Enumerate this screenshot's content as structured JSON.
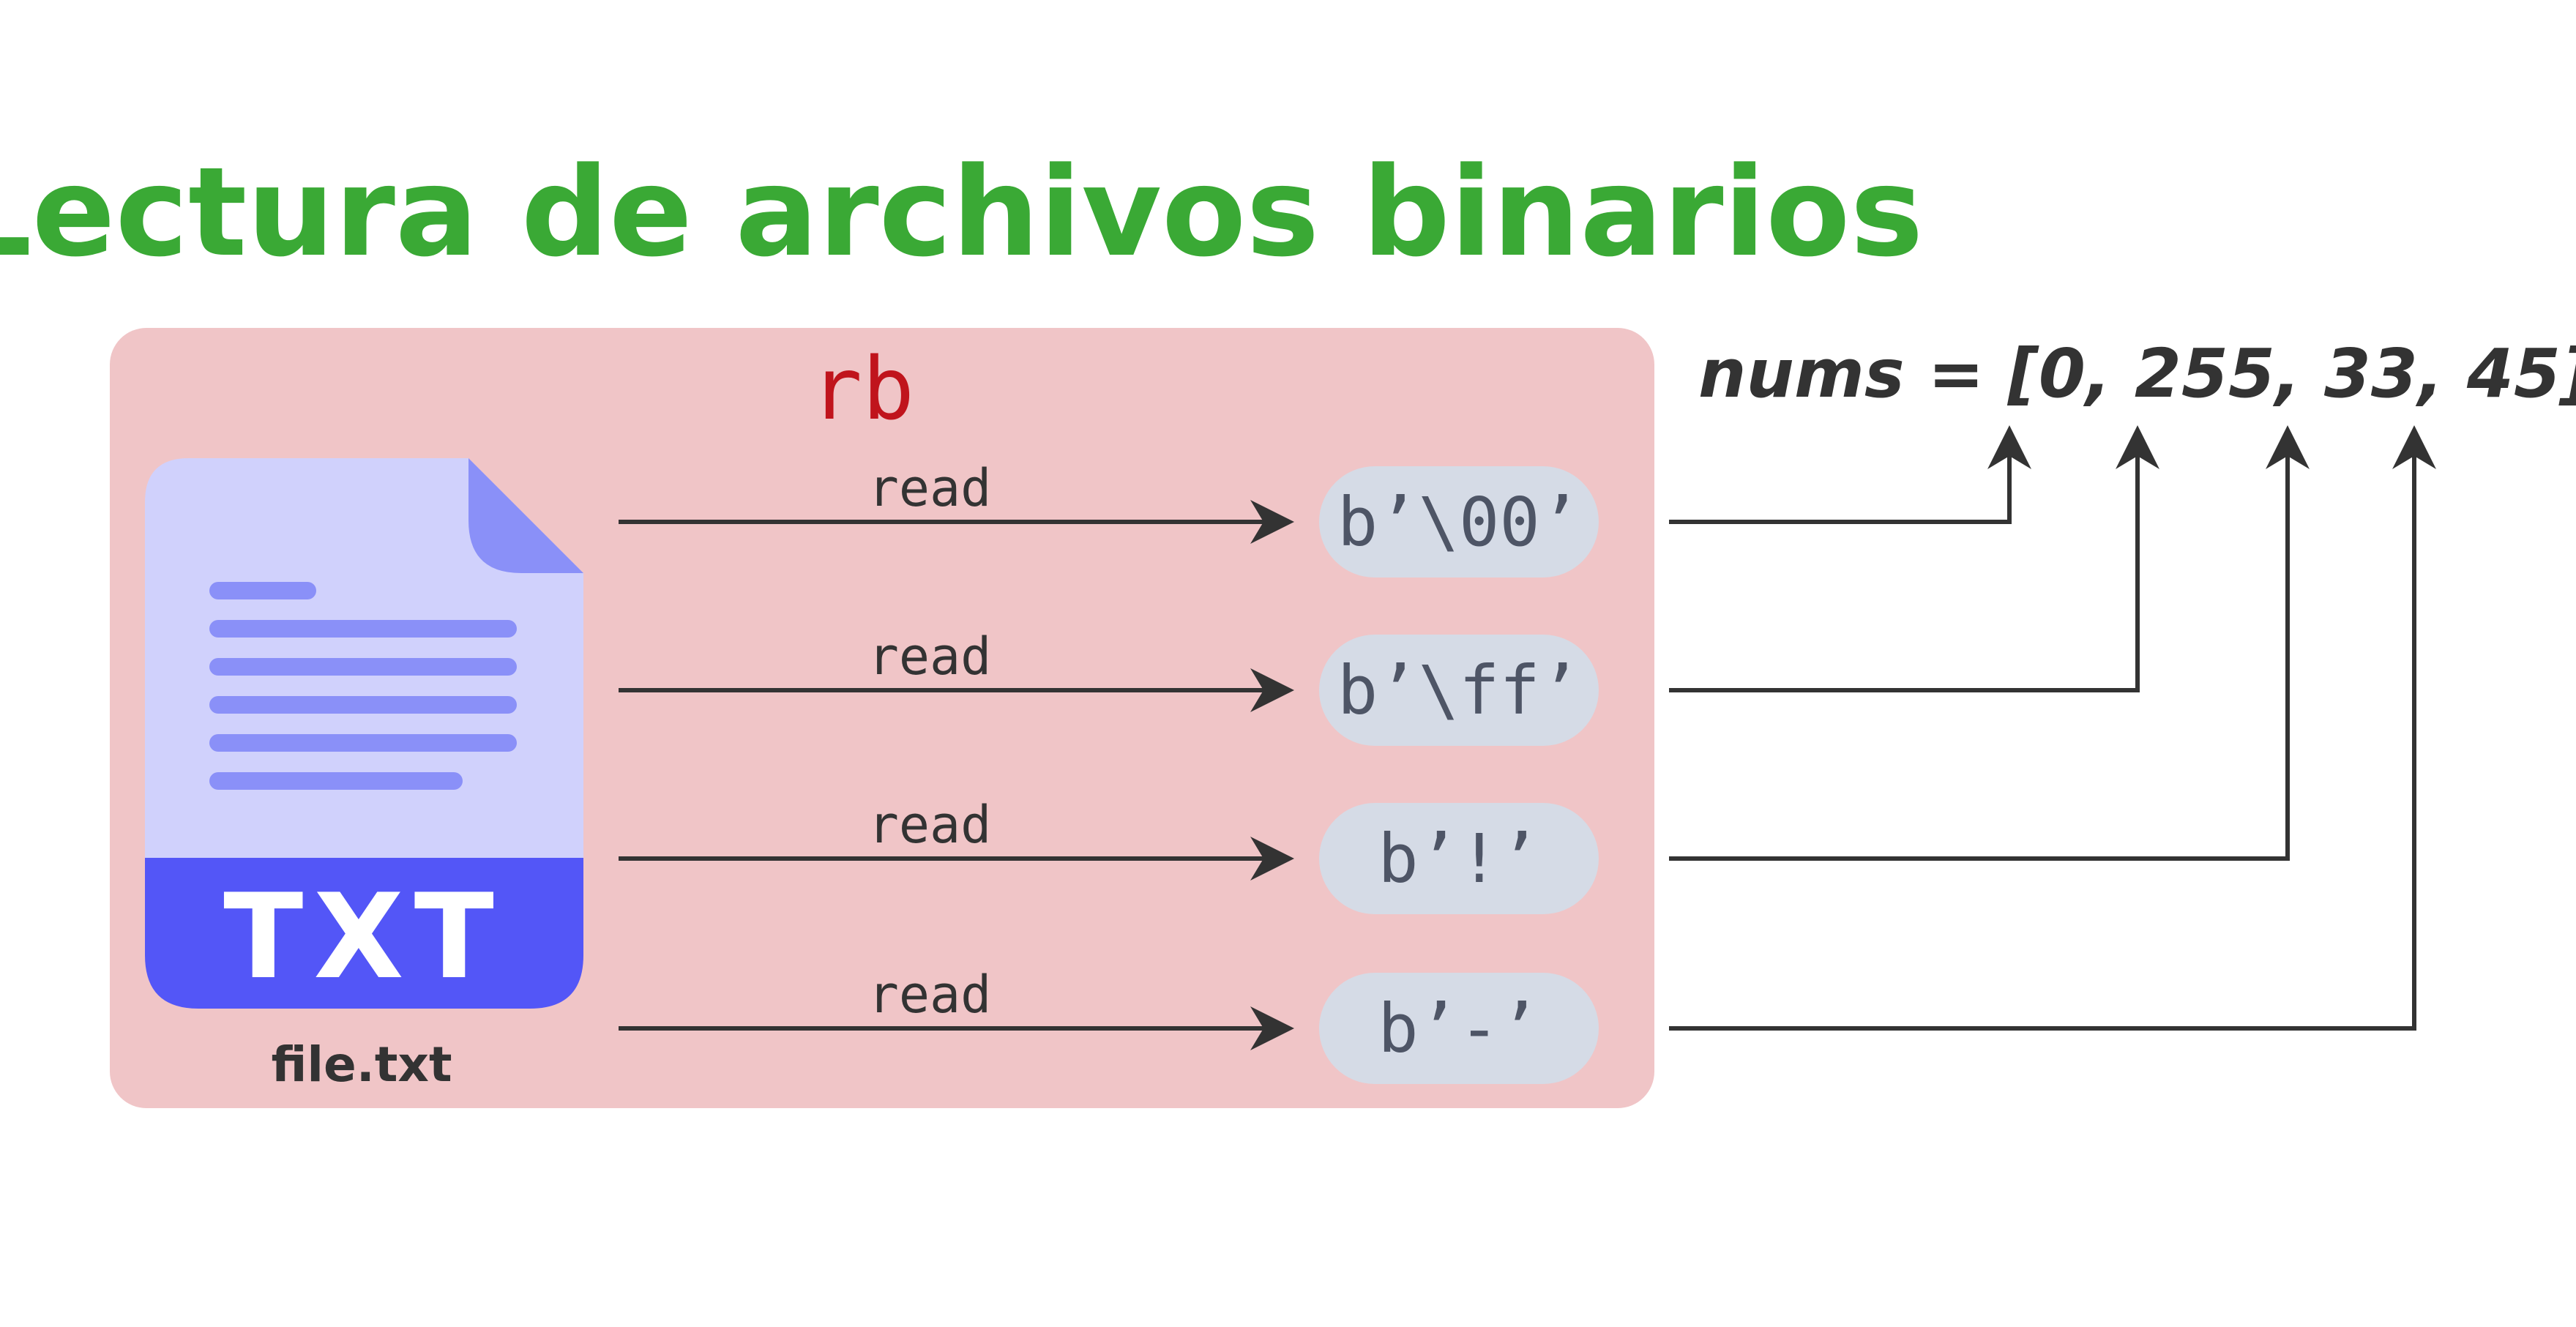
{
  "title": "Lectura de archivos binarios",
  "mode": "rb",
  "file": {
    "type_label": "TXT",
    "name": "file.txt"
  },
  "read_label": "read",
  "bytes": [
    {
      "label": "b’\\00’",
      "value": 0
    },
    {
      "label": "b’\\ff’",
      "value": 255
    },
    {
      "label": "b’!’",
      "value": 33
    },
    {
      "label": "b’-’",
      "value": 45
    }
  ],
  "nums": {
    "prefix": "nums = [",
    "values": [
      "0",
      "255",
      "33",
      "45"
    ],
    "separator": ", ",
    "suffix": "]"
  },
  "colors": {
    "title": "#3aa935",
    "panel": "#f0c5c7",
    "mode": "#c0141c",
    "byte_pill": "#d5dbe6",
    "byte_text": "#4e5566",
    "file_page": "#d0d1fc",
    "file_fold": "#8a90f8",
    "file_band": "#5356f7",
    "arrow": "#333333"
  },
  "icons": {
    "file": "txt-file-icon"
  }
}
